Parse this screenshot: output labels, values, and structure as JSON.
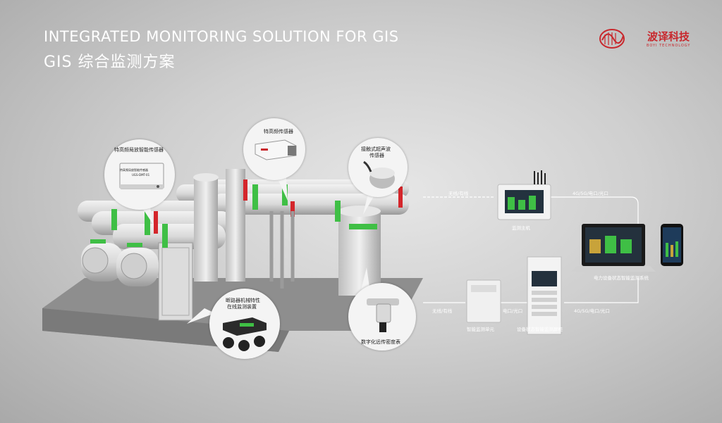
{
  "title_en": "INTEGRATED MONITORING SOLUTION FOR GIS",
  "title_cn": "GIS 综合监测方案",
  "logo": {
    "name_cn": "波译科技",
    "name_en": "BOYI TECHNOLOGY"
  },
  "sensors": {
    "pd_uhf": {
      "label": "特高频局放智能传感器",
      "device_text": "特高频局放智能传感器",
      "model": "UGS-DMT-01"
    },
    "uhf": {
      "label": "特高频传感器"
    },
    "ultrasonic": {
      "label_line1": "接触式超声波",
      "label_line2": "传感器"
    },
    "breaker": {
      "label_line1": "断路器机械特性",
      "label_line2": "在线监测装置"
    },
    "density": {
      "label": "数字化远传密度表"
    }
  },
  "devices": {
    "host": {
      "label": "监测主机"
    },
    "unit": {
      "label": "智能监测单元"
    },
    "cabinet": {
      "label": "设备状态智能监测屏柜"
    },
    "system": {
      "label": "电力设备状态智能监测系统"
    }
  },
  "links": {
    "host_in": "无线/有线",
    "host_out": "4G/5G/电口/光口",
    "unit_in": "无线/有线",
    "unit_out": "电口/光口",
    "cabinet_out": "4G/5G/电口/光口"
  }
}
